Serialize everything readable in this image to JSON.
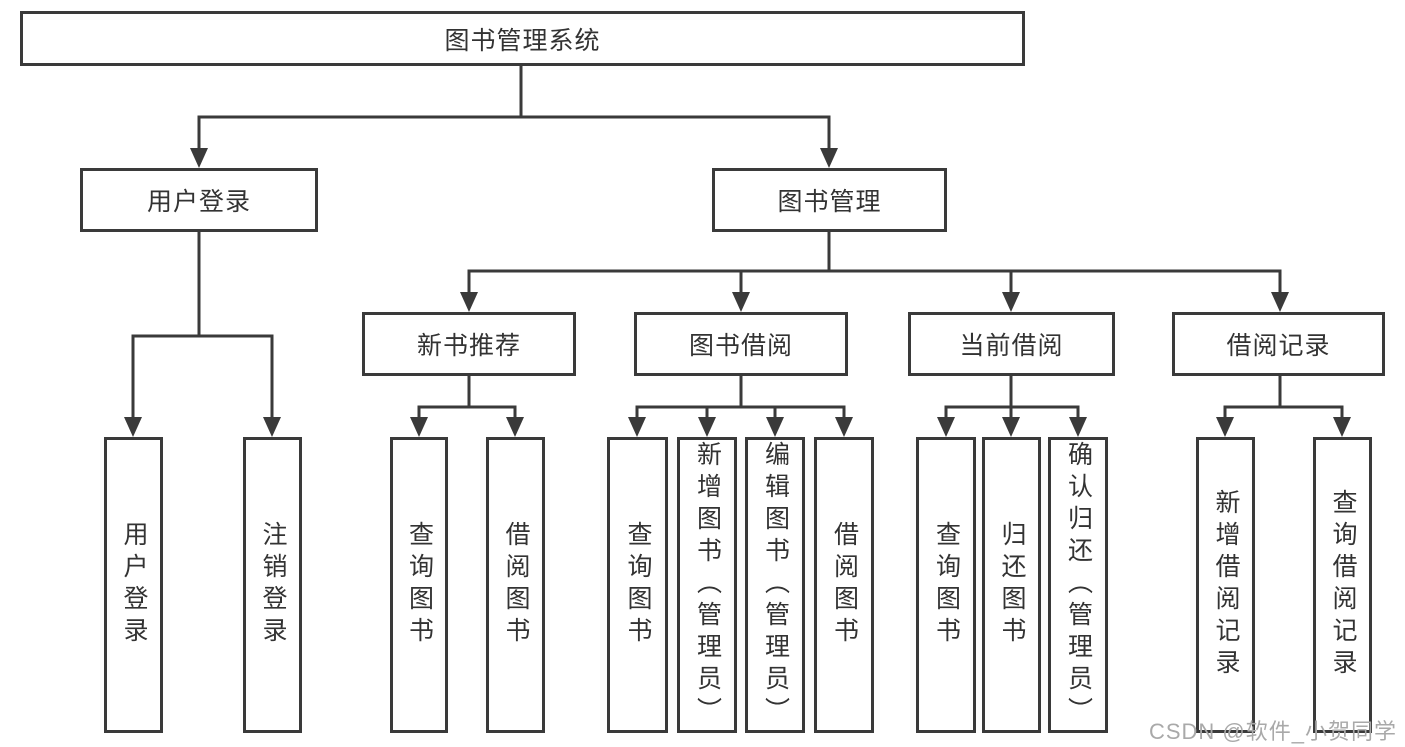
{
  "tree": {
    "root": {
      "label": "图书管理系统",
      "children": [
        {
          "label": "用户登录",
          "children": [
            {
              "label": "用户登录"
            },
            {
              "label": "注销登录"
            }
          ]
        },
        {
          "label": "图书管理",
          "children": [
            {
              "label": "新书推荐",
              "children": [
                {
                  "label": "查询图书"
                },
                {
                  "label": "借阅图书"
                }
              ]
            },
            {
              "label": "图书借阅",
              "children": [
                {
                  "label": "查询图书"
                },
                {
                  "label": "新增图书（管理员）"
                },
                {
                  "label": "编辑图书（管理员）"
                },
                {
                  "label": "借阅图书"
                }
              ]
            },
            {
              "label": "当前借阅",
              "children": [
                {
                  "label": "查询图书"
                },
                {
                  "label": "归还图书"
                },
                {
                  "label": "确认归还（管理员）"
                }
              ]
            },
            {
              "label": "借阅记录",
              "children": [
                {
                  "label": "新增借阅记录"
                },
                {
                  "label": "查询借阅记录"
                }
              ]
            }
          ]
        }
      ]
    }
  },
  "watermark": {
    "text": "CSDN @软件_小贺同学"
  },
  "colors": {
    "line": "#3a3a3a",
    "text": "#333333",
    "background": "#ffffff",
    "watermark": "#a9a9a9"
  }
}
